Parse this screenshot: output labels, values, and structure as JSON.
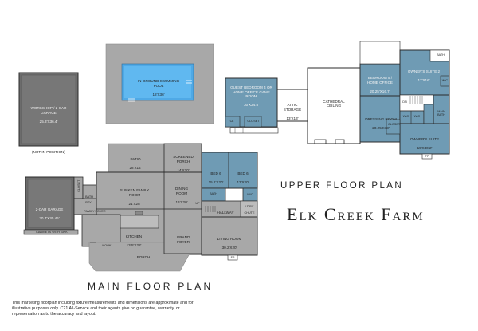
{
  "titles": {
    "upper_floor_plan": "UPPER FLOOR PLAN",
    "main_floor_plan": "MAIN FLOOR PLAN",
    "farm_name": "Elk Creek Farm"
  },
  "disclaimer": "This marketing floorplan including fixture measurements and dimensions are approximate and for illustrative purposes only. C21 All-Service and their agents give no guarantee, warranty, or representation as to the accuracy and layout.",
  "notes": {
    "not_in_position": "(NOT IN POSITION)"
  },
  "main_floor": {
    "workshop": {
      "name": "WORKSHOP / 2-CAR GARAGE",
      "dim": "25.3'x36.4'"
    },
    "pool": {
      "name": "IN-GROUND SWIMMING POOL",
      "dim": "18'x36'"
    },
    "patio": {
      "name": "PATIO",
      "dim": "28'x14'"
    },
    "screened_porch": {
      "name": "SCREENED PORCH",
      "dim": "14'x20'"
    },
    "garage": {
      "name": "2-CAR GARAGE",
      "dim": "30.4'x30.46'"
    },
    "cabinets": "CABINETS WITH SINK",
    "closet": "CLOSET",
    "pty": "PTY",
    "bath": "BATH",
    "family_foyer": "FAMILY FOYER",
    "sunken_family": {
      "name": "SUNKEN FAMILY ROOM",
      "dim": "21'x28'"
    },
    "dining": {
      "name": "DINING ROOM",
      "dim": "16'x20'"
    },
    "kitchen": {
      "name": "KITCHEN",
      "dim": "13.5'x28'"
    },
    "grand_foyer": {
      "name": "GRAND FOYER"
    },
    "nook": "NOOK",
    "porch": "PORCH",
    "bed6": {
      "name": "BED 6",
      "dim": "15.1'x20'"
    },
    "bed6b": {
      "name": "BED 6",
      "dim": "13'x20'"
    },
    "main_bath": "BATH",
    "wic": "W/C",
    "hallway": "HALLWAY",
    "ldry": "L'DRY",
    "chute": "CHUTE",
    "living": {
      "name": "LIVING ROOM",
      "dim": "30.2'x20'"
    },
    "fp": "FP",
    "up": "UP"
  },
  "upper_floor": {
    "guest_bed": {
      "name": "GUEST BEDROOM 4 OR HOME OFFICE GAME ROOM",
      "dim": "30'x24.5'"
    },
    "attic": {
      "name": "ATTIC STORAGE",
      "dim": "13'x13'"
    },
    "cl": "CL",
    "closet": "CLOSET",
    "cathedral": "CATHEDRAL CEILING",
    "bedroom5": {
      "name": "BEDROOM 5 / HOME OFFICE",
      "dim": "20.25'x16.7'"
    },
    "owners2": {
      "name": "OWNER'S SUITE 2",
      "dim": "17'x16'"
    },
    "dressing": {
      "name": "DRESSING ROOM",
      "dim": "20.25'x13'"
    },
    "wic1": "WIC",
    "wic2": "WIC",
    "wic3": "WIC",
    "main_bath": "MAIN BATH",
    "owners": {
      "name": "OWNER'S SUITE",
      "dim": "19'x30.2'"
    },
    "bath": "BATH",
    "closet2": "CLOSET",
    "fp": "FP",
    "dn": "DN"
  },
  "colors": {
    "gray_room": "#a8a8a8",
    "dark_gray": "#6c6c6c",
    "blue_room": "#6f9bb4",
    "pool_blue": "#4fa9e6",
    "wall": "#2b2b2b",
    "white": "#ffffff"
  }
}
